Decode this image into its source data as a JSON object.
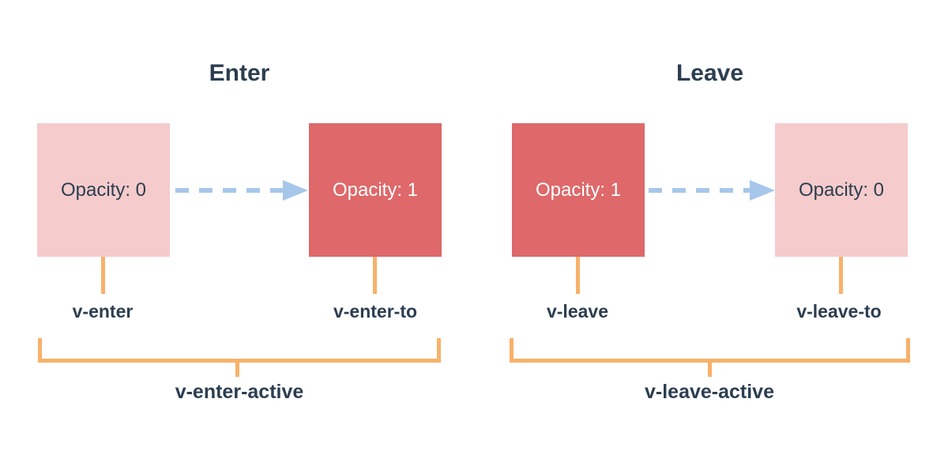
{
  "diagram": {
    "sections": [
      {
        "title": "Enter",
        "from_box": {
          "label": "Opacity: 0",
          "style": "faded"
        },
        "to_box": {
          "label": "Opacity: 1",
          "style": "solid"
        },
        "from_class": "v-enter",
        "to_class": "v-enter-to",
        "active_class": "v-enter-active"
      },
      {
        "title": "Leave",
        "from_box": {
          "label": "Opacity: 1",
          "style": "solid"
        },
        "to_box": {
          "label": "Opacity: 0",
          "style": "faded"
        },
        "from_class": "v-leave",
        "to_class": "v-leave-to",
        "active_class": "v-leave-active"
      }
    ],
    "colors": {
      "faded_box": "#f5cbcc",
      "solid_box": "#de686a",
      "arrow": "#a6c7ea",
      "bracket": "#f8b16a",
      "text": "#2c3e50"
    }
  }
}
